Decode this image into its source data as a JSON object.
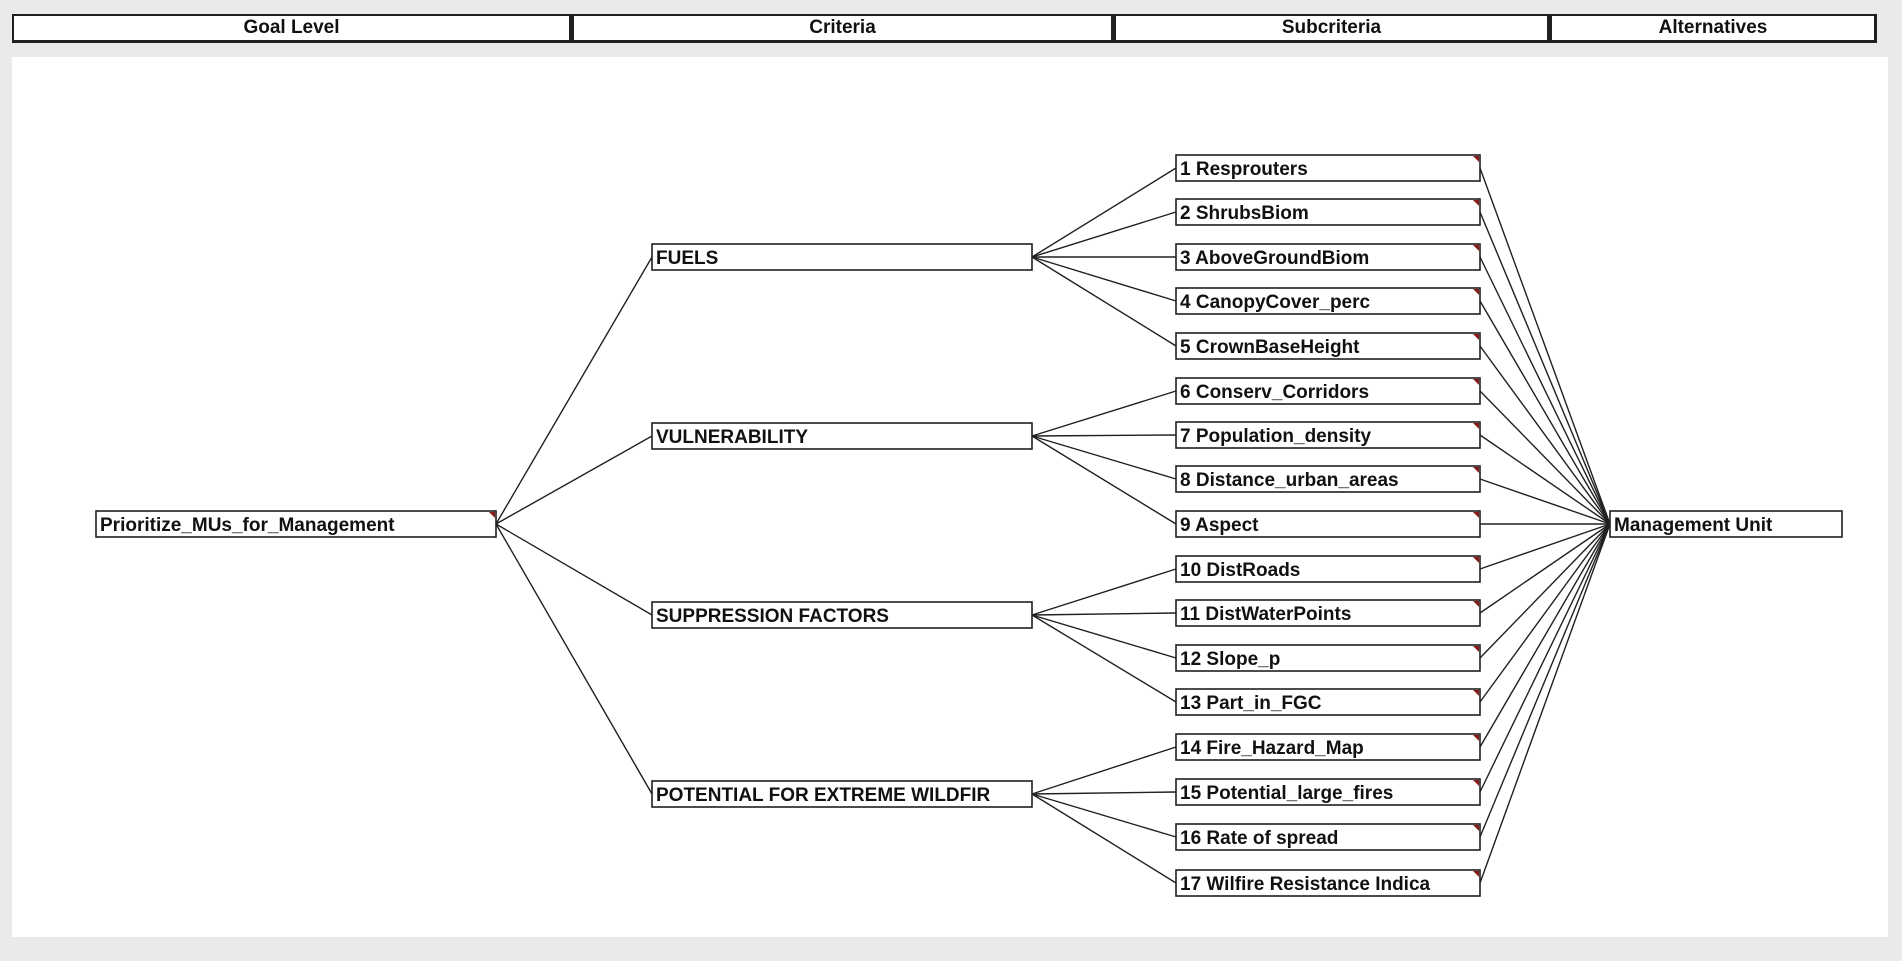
{
  "header": {
    "goal_level": "Goal Level",
    "criteria": "Criteria",
    "subcriteria": "Subcriteria",
    "alternatives": "Alternatives"
  },
  "goal": "Prioritize_MUs_for_Management",
  "alternative": "Management Unit",
  "criteria": [
    {
      "label": "FUELS",
      "subcriteria": [
        1,
        2,
        3,
        4,
        5
      ]
    },
    {
      "label": "VULNERABILITY",
      "subcriteria": [
        6,
        7,
        8,
        9
      ]
    },
    {
      "label": "SUPPRESSION FACTORS",
      "subcriteria": [
        10,
        11,
        12,
        13
      ]
    },
    {
      "label": "POTENTIAL FOR EXTREME WILDFIR",
      "subcriteria": [
        14,
        15,
        16,
        17
      ]
    }
  ],
  "subcriteria": [
    "1  Resprouters",
    "2  ShrubsBiom",
    "3  AboveGroundBiom",
    "4  CanopyCover_perc",
    "5  CrownBaseHeight",
    "6  Conserv_Corridors",
    "7  Population_density",
    "8  Distance_urban_areas",
    "9  Aspect",
    "10  DistRoads",
    "11  DistWaterPoints",
    "12  Slope_p",
    "13  Part_in_FGC",
    "14  Fire_Hazard_Map",
    "15  Potential_large_fires",
    "16  Rate of spread",
    "17  Wilfire Resistance Indica"
  ],
  "colors": {
    "flag": "#8b1a1a",
    "line": "#202020"
  }
}
